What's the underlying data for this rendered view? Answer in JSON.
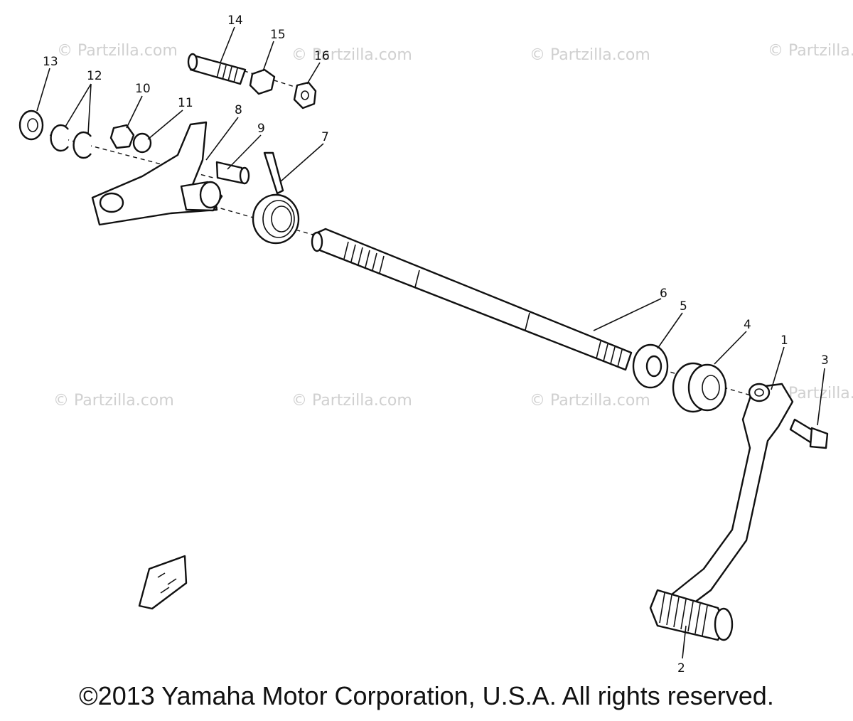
{
  "watermarks": [
    "© Partzilla.com",
    "© Partzilla.com",
    "© Partzilla.com",
    "© Partzilla.com",
    "© Partzilla.com",
    "© Partzilla.com",
    "© Partzilla.com",
    "© Partzilla.com"
  ],
  "callouts": [
    "1",
    "2",
    "3",
    "4",
    "5",
    "6",
    "7",
    "8",
    "9",
    "10",
    "11",
    "12",
    "13",
    "14",
    "15",
    "16"
  ],
  "copyright": "©2013 Yamaha Motor Corporation, U.S.A. All rights reserved."
}
